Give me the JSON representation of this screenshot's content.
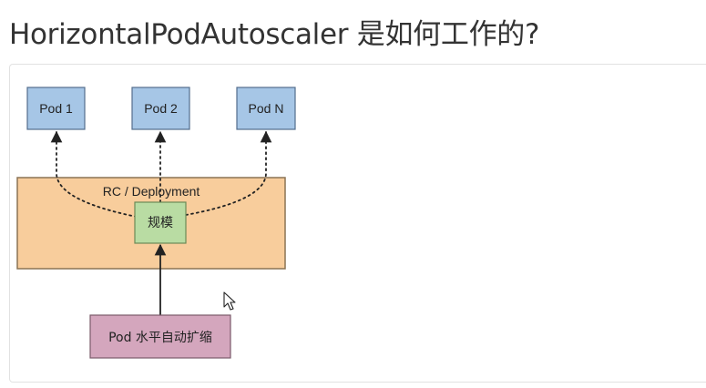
{
  "page": {
    "title": "HorizontalPodAutoscaler 是如何工作的?"
  },
  "diagram": {
    "pods": [
      "Pod 1",
      "Pod 2",
      "Pod N"
    ],
    "controller_label": "RC / Deployment",
    "scale_label": "规模",
    "hpa_label": "Pod 水平自动扩缩",
    "colors": {
      "pod_fill": "#a6c6e6",
      "pod_stroke": "#536d8c",
      "controller_fill": "#f8cd9c",
      "controller_stroke": "#8a7355",
      "scale_fill": "#b9dca3",
      "scale_stroke": "#6b8a57",
      "hpa_fill": "#d4a6bd",
      "hpa_stroke": "#7a5a6a",
      "arrow": "#222222"
    }
  }
}
